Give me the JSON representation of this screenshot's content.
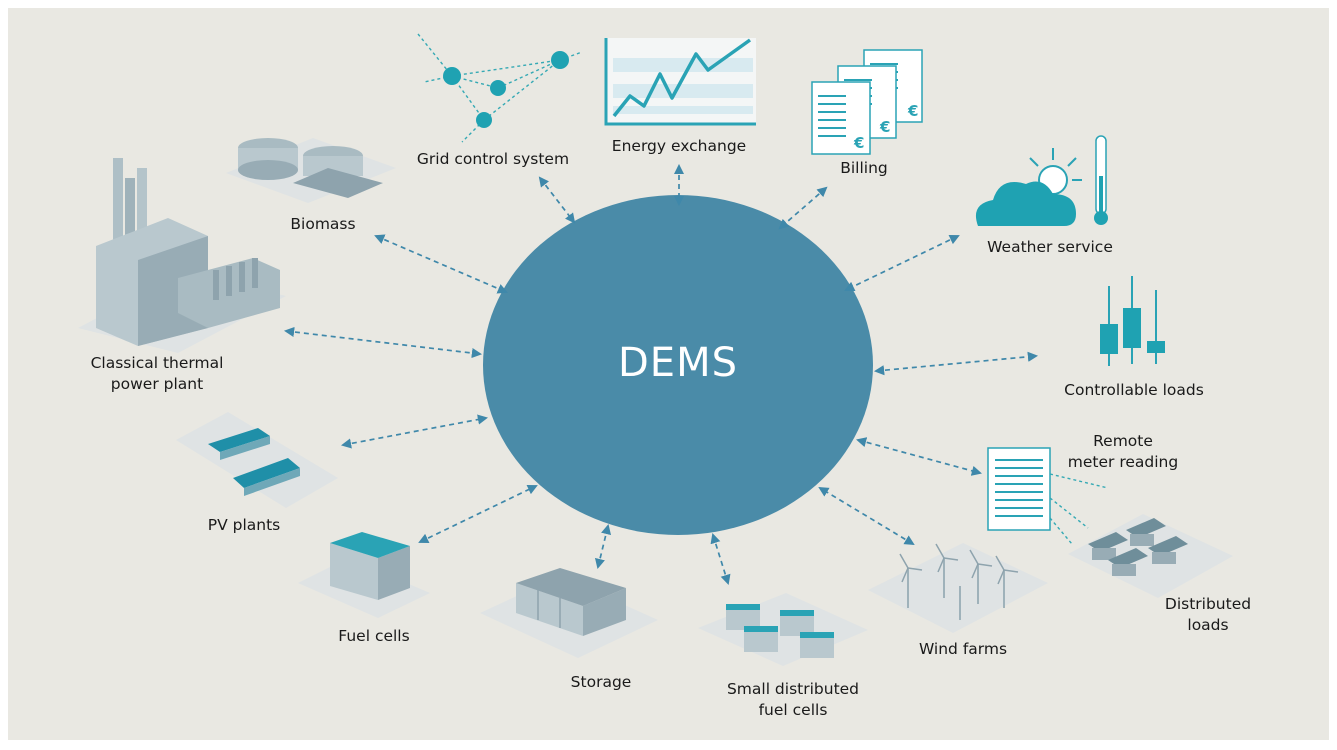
{
  "hub": {
    "label": "DEMS"
  },
  "nodes": {
    "grid_control": "Grid control system",
    "energy_exchange": "Energy exchange",
    "billing": "Billing",
    "biomass": "Biomass",
    "weather": "Weather service",
    "thermal_line1": "Classical thermal",
    "thermal_line2": "power plant",
    "controllable": "Controllable loads",
    "remote_line1": "Remote",
    "remote_line2": "meter reading",
    "pv": "PV plants",
    "fuel_cells": "Fuel cells",
    "storage": "Storage",
    "small_line1": "Small distributed",
    "small_line2": "fuel cells",
    "wind": "Wind farms",
    "distributed_line1": "Distributed",
    "distributed_line2": "loads"
  },
  "icons": {
    "euro_symbol": "€"
  },
  "colors": {
    "background": "#e9e8e2",
    "hub": "#4a8ba8",
    "accent": "#2f9cb8",
    "arrow": "#3f88aa"
  }
}
